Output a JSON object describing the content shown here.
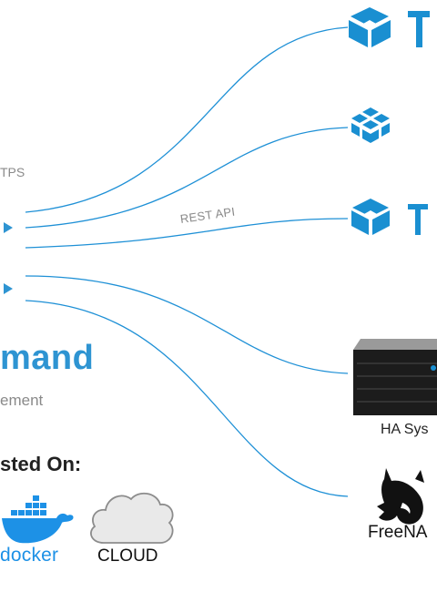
{
  "labels": {
    "https": "TPS",
    "rest_api": "REST API",
    "brand": "mand",
    "subtitle": "ement",
    "hosted_on": "sted On:",
    "docker": "docker",
    "cloud": "CLOUD",
    "ha_systems": "HA Sys",
    "freenas": "FreeNA"
  },
  "icons": {
    "truenas_top": "truenas-logo-icon",
    "truenas_scale": "truenas-scale-icon",
    "truenas_mid": "truenas-logo-icon",
    "server": "ha-server-icon",
    "freenas": "freenas-shark-icon",
    "docker": "docker-whale-icon",
    "cloud": "cloud-icon"
  },
  "colors": {
    "line": "#1e90d6",
    "accent": "#2e94d2",
    "logo": "#1a8fd1",
    "text_gray": "#8a8a8a"
  }
}
